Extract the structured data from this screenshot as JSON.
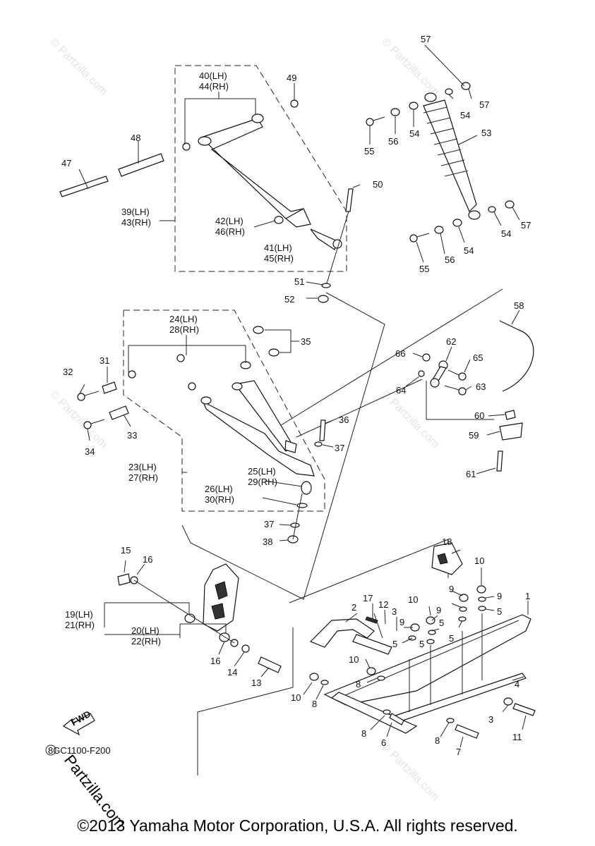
{
  "watermark": "© Partzilla.com",
  "brand_watermark": "Partzilla.com",
  "diagram_code": "8GC1100-F200",
  "fwd_label": "FWD",
  "copyright": "©2013 Yamaha Motor Corporation, U.S.A. All rights reserved.",
  "labels": {
    "p1": "1",
    "p2": "2",
    "p3a": "3",
    "p3b": "3",
    "p4": "4",
    "p5a": "5",
    "p5b": "5",
    "p5c": "5",
    "p5d": "5",
    "p5e": "5",
    "p6": "6",
    "p7": "7",
    "p8a": "8",
    "p8b": "8",
    "p8c": "8",
    "p8d": "8",
    "p9a": "9",
    "p9b": "9",
    "p9c": "9",
    "p9d": "9",
    "p10a": "10",
    "p10b": "10",
    "p10c": "10",
    "p10d": "10",
    "p11": "11",
    "p12": "12",
    "p13": "13",
    "p14": "14",
    "p15": "15",
    "p16a": "16",
    "p16b": "16",
    "p17": "17",
    "p18": "18",
    "p19": "19(LH)",
    "p21": "21(RH)",
    "p20": "20(LH)",
    "p22": "22(RH)",
    "p23": "23(LH)",
    "p27": "27(RH)",
    "p24": "24(LH)",
    "p28": "28(RH)",
    "p25": "25(LH)",
    "p29": "29(RH)",
    "p26": "26(LH)",
    "p30": "30(RH)",
    "p31": "31",
    "p32": "32",
    "p33": "33",
    "p34": "34",
    "p35": "35",
    "p36": "36",
    "p37a": "37",
    "p37b": "37",
    "p38": "38",
    "p39": "39(LH)",
    "p43": "43(RH)",
    "p40": "40(LH)",
    "p44": "44(RH)",
    "p41": "41(LH)",
    "p45": "45(RH)",
    "p42": "42(LH)",
    "p46": "46(RH)",
    "p47": "47",
    "p48": "48",
    "p49": "49",
    "p50": "50",
    "p51": "51",
    "p52": "52",
    "p53": "53",
    "p54a": "54",
    "p54b": "54",
    "p54c": "54",
    "p54d": "54",
    "p55a": "55",
    "p55b": "55",
    "p56a": "56",
    "p56b": "56",
    "p57a": "57",
    "p57b": "57",
    "p58": "58",
    "p59": "59",
    "p60": "60",
    "p61": "61",
    "p62": "62",
    "p63": "63",
    "p64": "64",
    "p65": "65",
    "p66": "66"
  }
}
